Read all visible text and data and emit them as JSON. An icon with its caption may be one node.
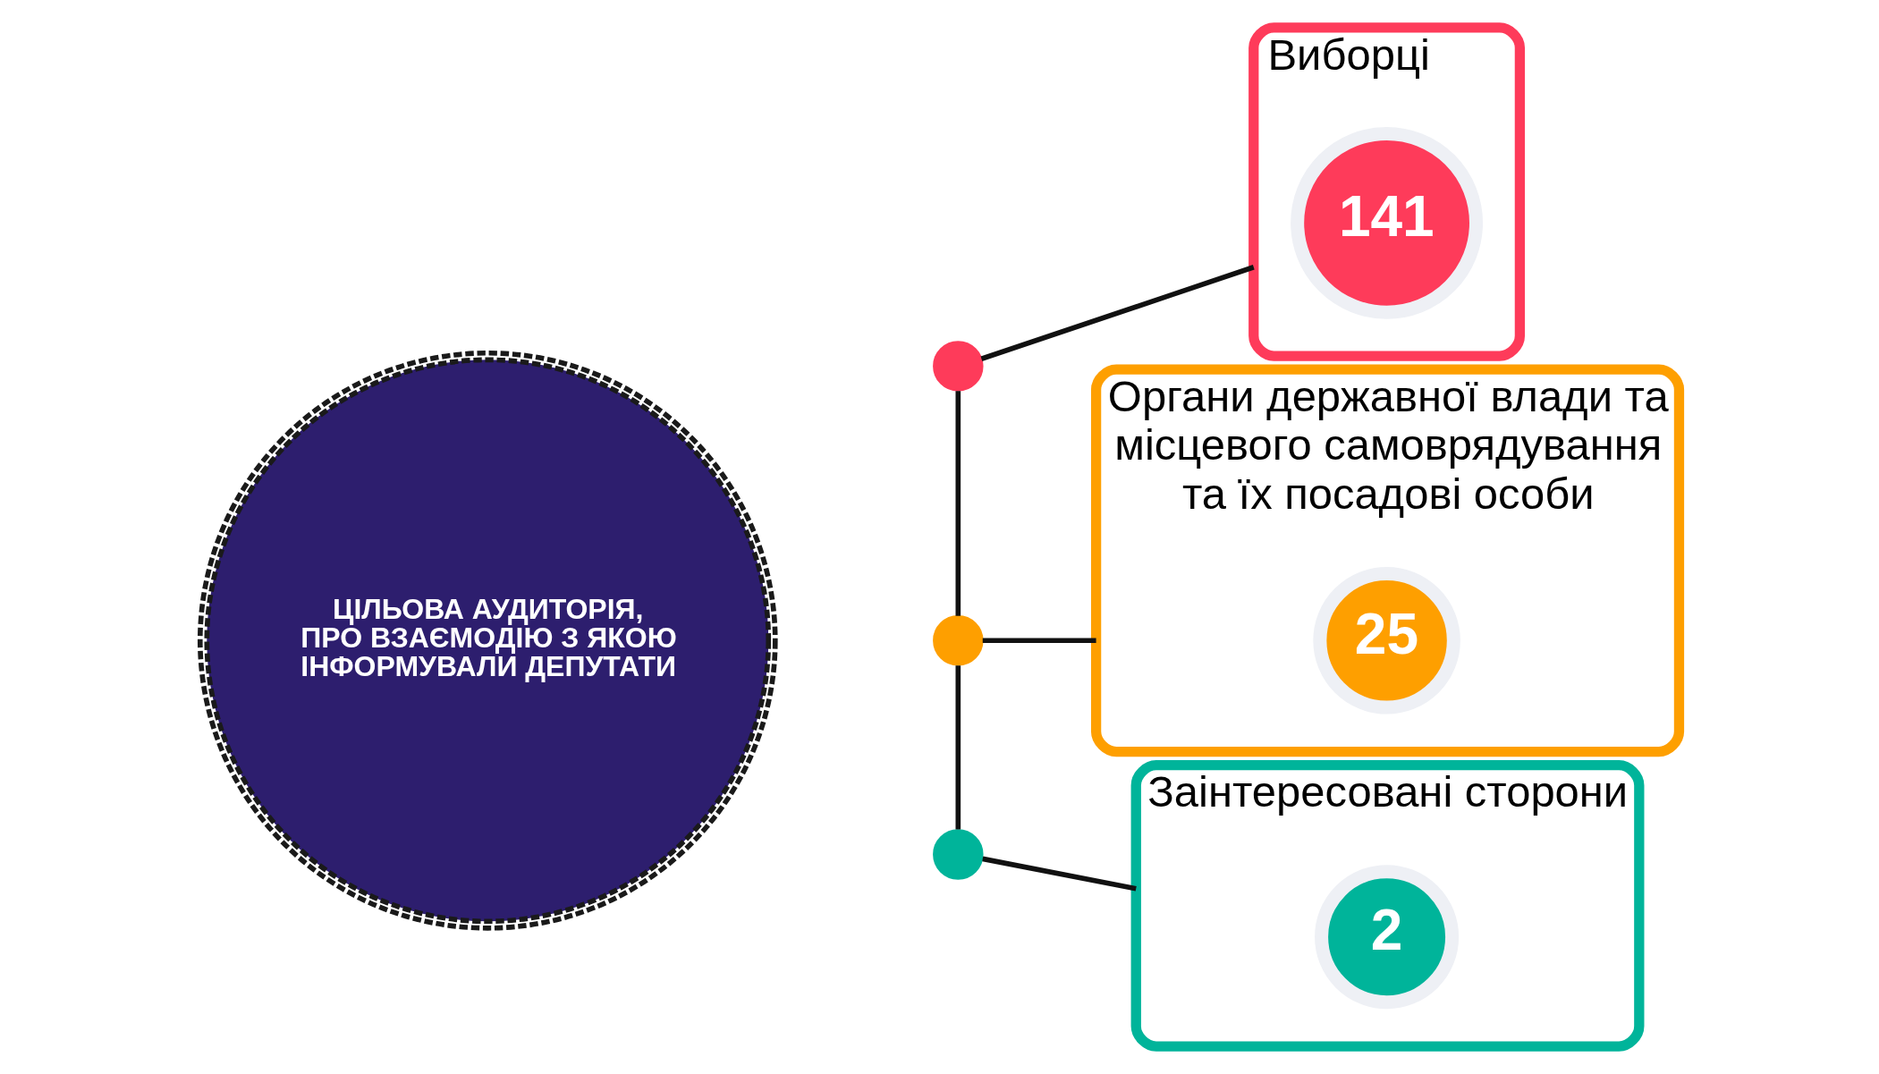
{
  "diagram": {
    "nodes": [
      {
        "text": [
          "ЦІЛЬОВА АУДИТОРІЯ, ПРО ВЗАЄМОДІЮ З ЯКОЮ ІНФОРМУВАЛИ ДЕПУТАТИ"
        ]
      },
      {
        "text": [],
        "shape": "circle"
      },
      {
        "text": [],
        "shape": "circle"
      },
      {
        "text": [],
        "shape": "circle"
      },
      {
        "text": [
          "Виборці"
        ]
      },
      {
        "text": [
          "141"
        ],
        "in": 4
      },
      {
        "text": [
          "Органи державної влади та місцевого самоврядування та їх посадові особи"
        ]
      },
      {
        "text": [
          "25"
        ],
        "in": 6
      },
      {
        "text": [
          "Заінтересовані сторони"
        ]
      },
      {
        "text": [
          "2"
        ],
        "in": 8
      }
    ],
    "edges": [
      {
        "from": 1,
        "to": 2,
        "arrow": "none"
      },
      {
        "from": 2,
        "to": 3,
        "arrow": "none"
      },
      {
        "from": 1,
        "to": 4,
        "arrow": "none"
      },
      {
        "from": 2,
        "to": 6,
        "arrow": "none"
      },
      {
        "from": 3,
        "to": 8,
        "arrow": "none"
      }
    ]
  }
}
